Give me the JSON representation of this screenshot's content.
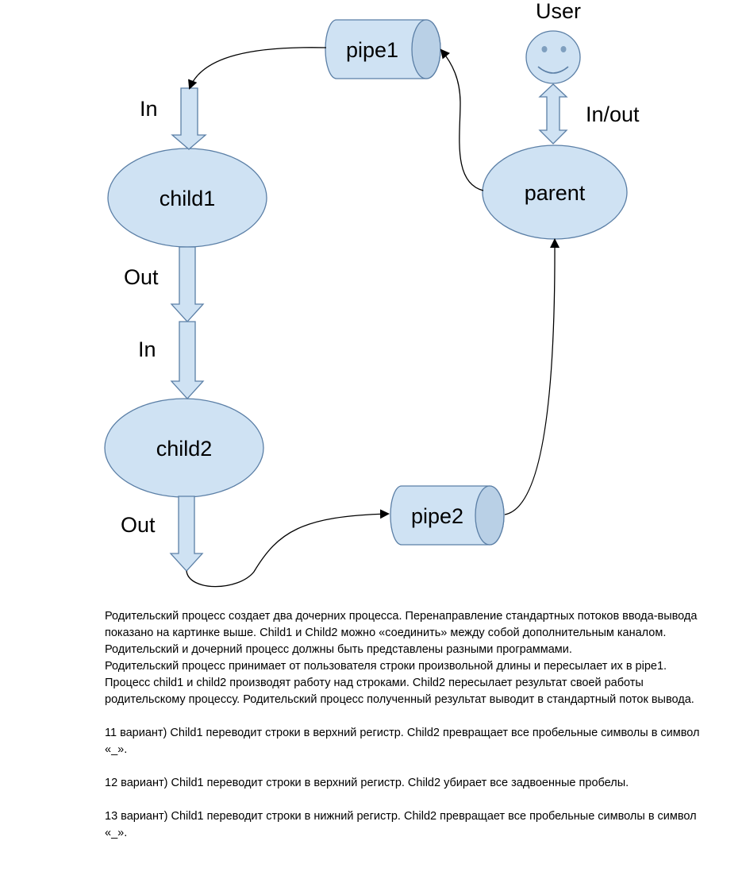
{
  "diagram": {
    "nodes": {
      "pipe1": "pipe1",
      "pipe2": "pipe2",
      "child1": "child1",
      "child2": "child2",
      "parent": "parent"
    },
    "labels": {
      "user": "User",
      "in_out": "In/out",
      "child1_in": "In",
      "child1_out": "Out",
      "child2_in": "In",
      "child2_out": "Out"
    }
  },
  "description": {
    "paragraph1": "Родительский процесс создает два дочерних процесса. Перенаправление стандартных потоков ввода-вывода показано на картинке выше. Child1 и Child2 можно «соединить» между собой дополнительным каналом. Родительский и дочерний процесс должны быть представлены разными программами.",
    "paragraph2": "Родительский процесс принимает от пользователя строки произвольной длины и пересылает их в pipe1. Процесс child1 и child2 производят работу над строками. Child2 пересылает результат своей работы родительскому процессу. Родительский процесс полученный результат выводит в стандартный поток вывода.",
    "variants": [
      "11 вариант) Child1 переводит строки в верхний регистр. Child2 превращает все пробельные символы в символ «_».",
      "12 вариант) Child1 переводит строки в верхний регистр. Child2 убирает все задвоенные пробелы.",
      "13 вариант) Child1 переводит строки в нижний регистр. Child2 превращает все пробельные символы в символ «_»."
    ]
  }
}
